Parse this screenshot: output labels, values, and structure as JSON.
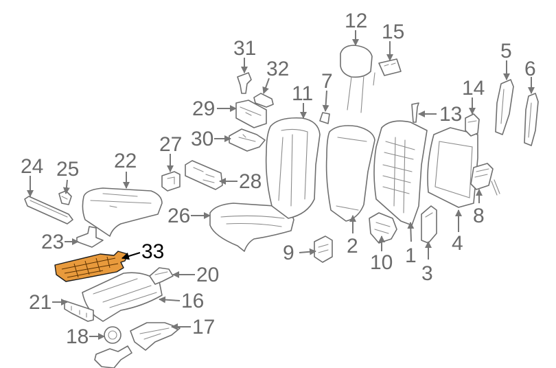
{
  "colors": {
    "line": "#6e6e6e",
    "label": "#6a6a6a",
    "highlight_fill": "#e89a3c",
    "highlight_label": "#000000"
  },
  "callouts": {
    "c1": "1",
    "c2": "2",
    "c3": "3",
    "c4": "4",
    "c5": "5",
    "c6": "6",
    "c7": "7",
    "c8": "8",
    "c9": "9",
    "c10": "10",
    "c11": "11",
    "c12": "12",
    "c13": "13",
    "c14": "14",
    "c15": "15",
    "c16": "16",
    "c17": "17",
    "c18": "18",
    "c20": "20",
    "c21": "21",
    "c22": "22",
    "c23": "23",
    "c24": "24",
    "c25": "25",
    "c26": "26",
    "c27": "27",
    "c28": "28",
    "c29": "29",
    "c30": "30",
    "c31": "31",
    "c32": "32",
    "c33": "33"
  },
  "highlighted_part": "33"
}
